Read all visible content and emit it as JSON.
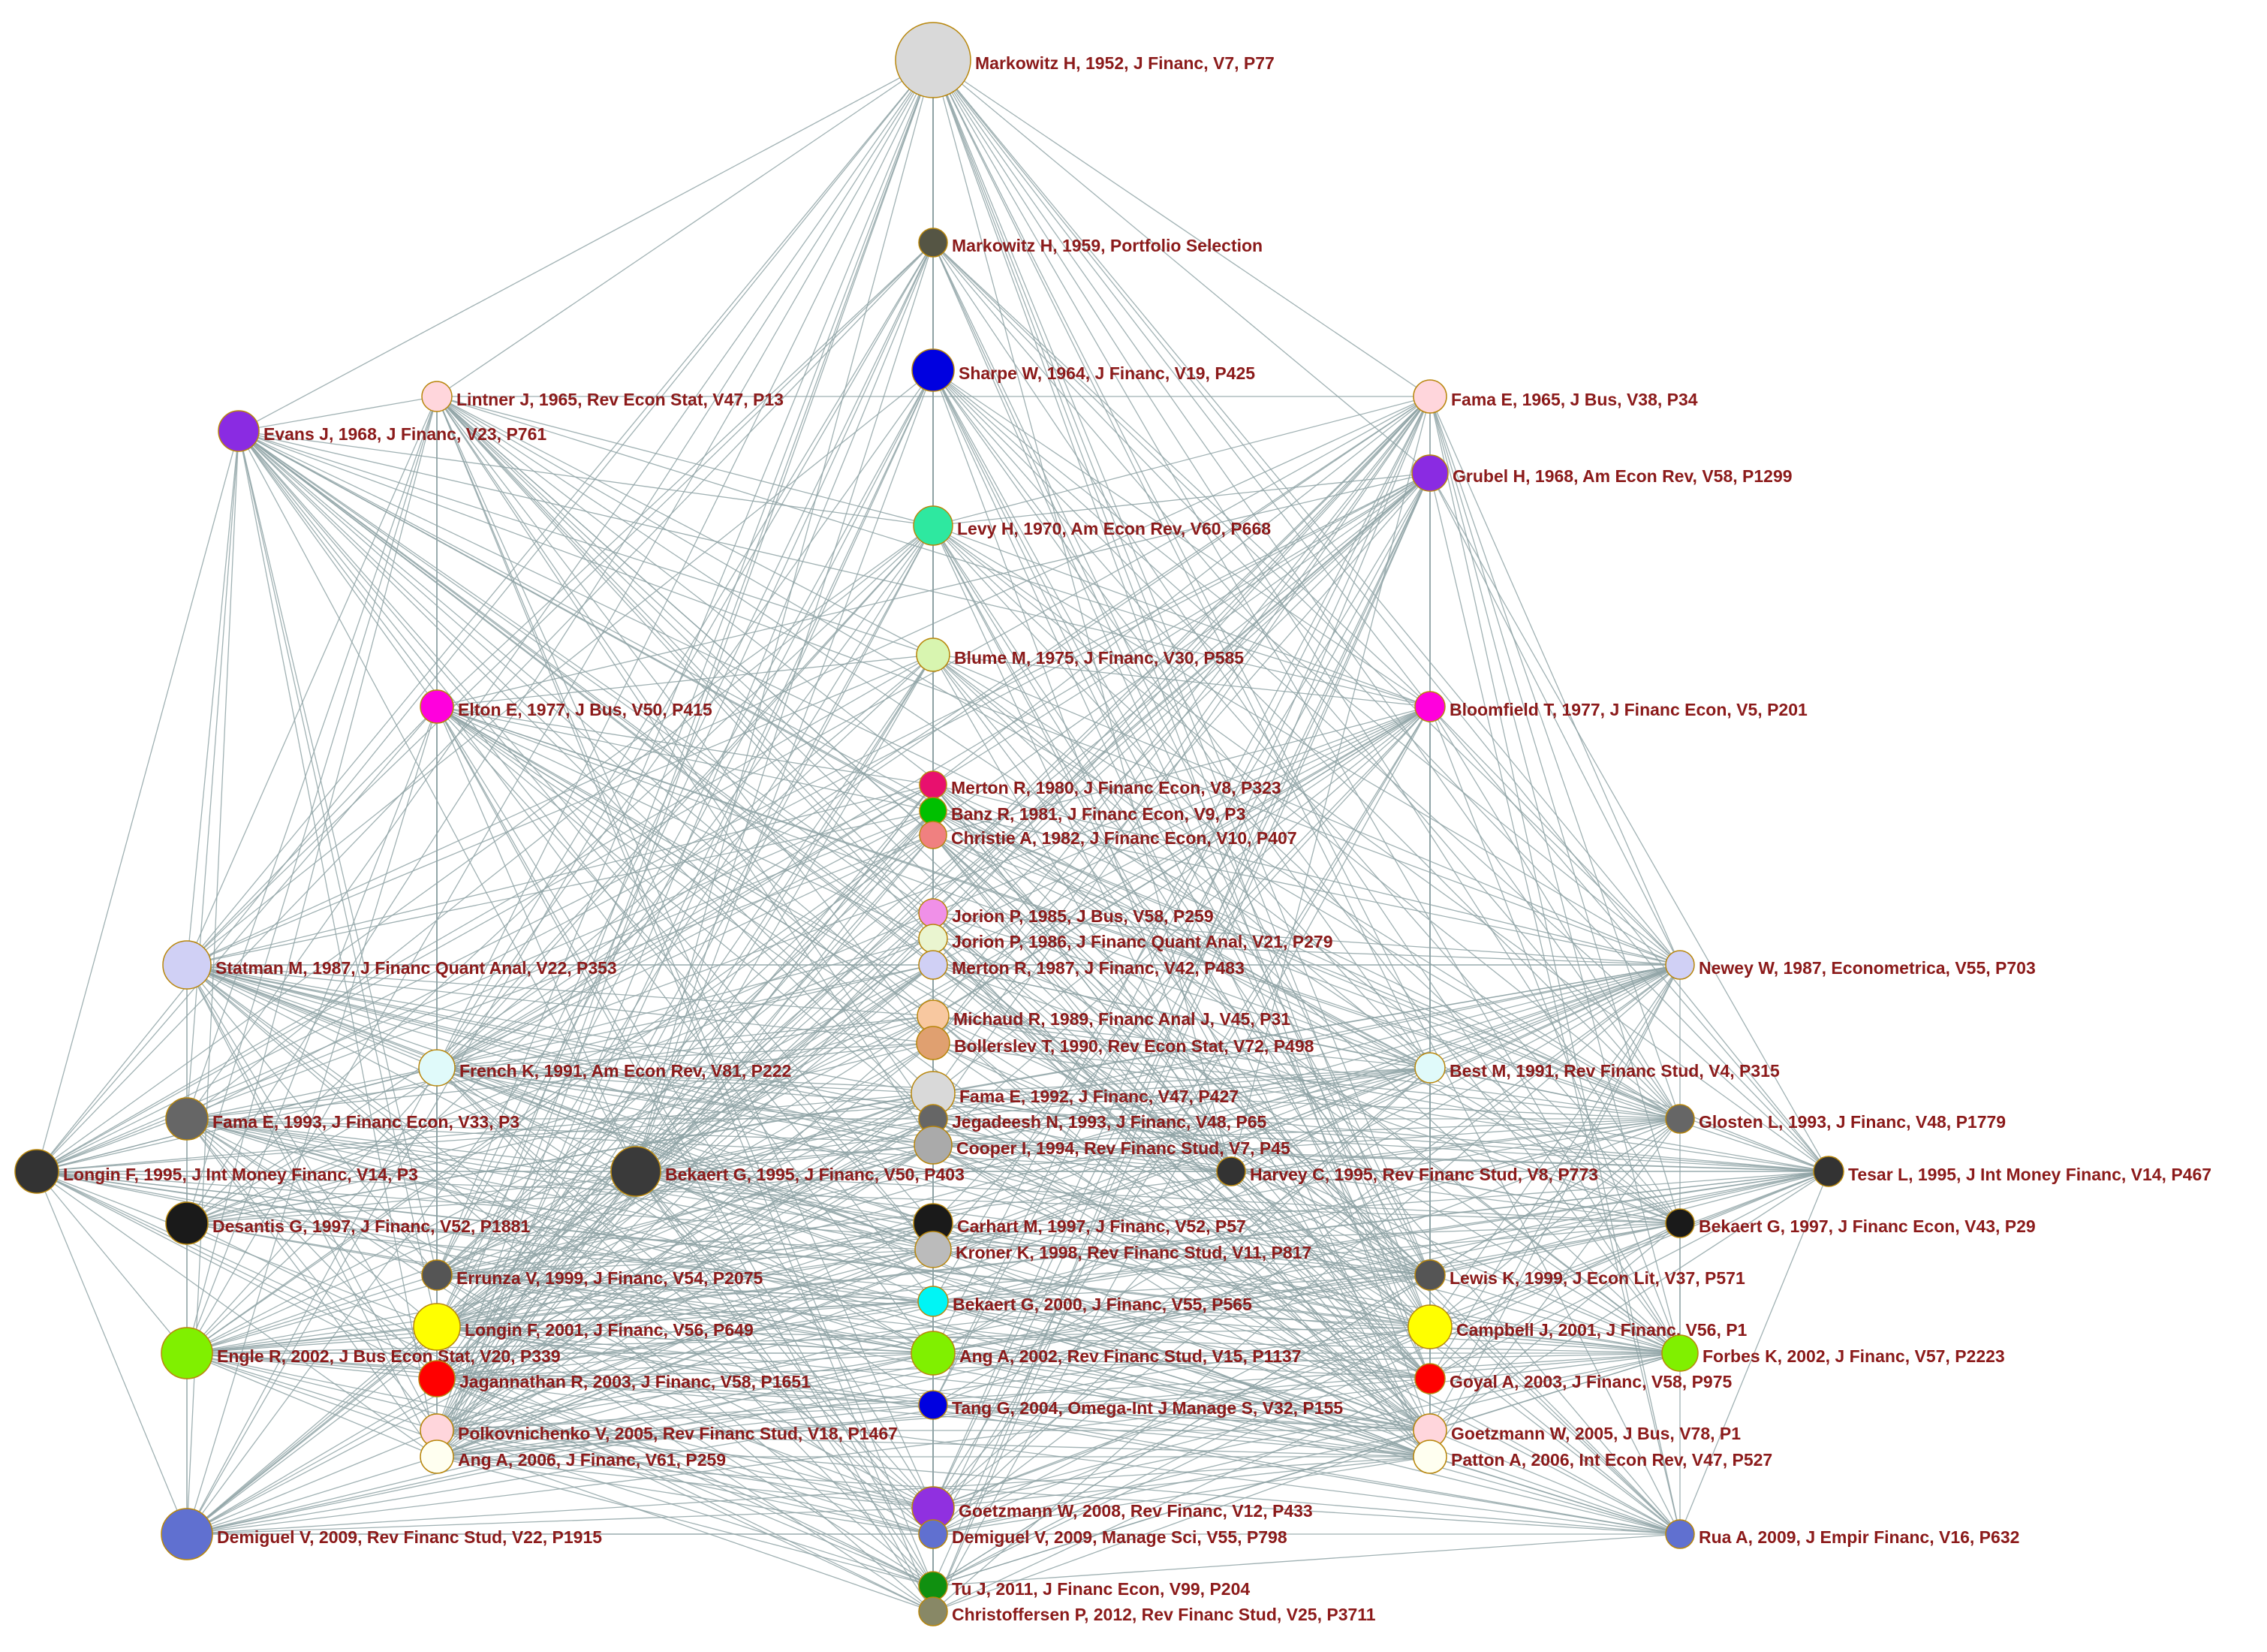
{
  "colors": {
    "edge": "#8fa3a6",
    "label": "#8b1a1a",
    "node_stroke": "#b8860b"
  },
  "nodes": [
    {
      "id": "markowitz1952",
      "label": "Markowitz H, 1952, J Financ, V7, P77",
      "color": "#d9d9d9"
    },
    {
      "id": "markowitz1959",
      "label": "Markowitz H, 1959, Portfolio Selection",
      "color": "#555544"
    },
    {
      "id": "sharpe1964",
      "label": "Sharpe W, 1964, J Financ, V19, P425",
      "color": "#0000e0"
    },
    {
      "id": "lintner1965",
      "label": "Lintner J, 1965, Rev Econ Stat, V47, P13",
      "color": "#ffd6dc"
    },
    {
      "id": "fama1965",
      "label": "Fama E, 1965, J Bus, V38, P34",
      "color": "#ffd6dc"
    },
    {
      "id": "evans1968",
      "label": "Evans J, 1968, J Financ, V23, P761",
      "color": "#8a2be2"
    },
    {
      "id": "grubel1968",
      "label": "Grubel H, 1968, Am Econ Rev, V58, P1299",
      "color": "#8a2be2"
    },
    {
      "id": "levy1970",
      "label": "Levy H, 1970, Am Econ Rev, V60, P668",
      "color": "#2ee8a0"
    },
    {
      "id": "blume1975",
      "label": "Blume M, 1975, J Financ, V30, P585",
      "color": "#d8f5b0"
    },
    {
      "id": "elton1977",
      "label": "Elton E, 1977, J Bus, V50, P415",
      "color": "#ff00dd"
    },
    {
      "id": "bloomfield1977",
      "label": "Bloomfield T, 1977, J Financ Econ, V5, P201",
      "color": "#ff00dd"
    },
    {
      "id": "merton1980",
      "label": "Merton R, 1980, J Financ Econ, V8, P323",
      "color": "#e8106e"
    },
    {
      "id": "banz1981",
      "label": "Banz R, 1981, J Financ Econ, V9, P3",
      "color": "#00c000"
    },
    {
      "id": "christie1982",
      "label": "Christie A, 1982, J Financ Econ, V10, P407",
      "color": "#f08080"
    },
    {
      "id": "jorion1985",
      "label": "Jorion P, 1985, J Bus, V58, P259",
      "color": "#f090e8"
    },
    {
      "id": "jorion1986",
      "label": "Jorion P, 1986, J Financ Quant Anal, V21, P279",
      "color": "#eaf5d0"
    },
    {
      "id": "statman1987",
      "label": "Statman M, 1987, J Financ Quant Anal, V22, P353",
      "color": "#d0d0f5"
    },
    {
      "id": "merton1987",
      "label": "Merton R, 1987, J Financ, V42, P483",
      "color": "#d0d0f5"
    },
    {
      "id": "newey1987",
      "label": "Newey W, 1987, Econometrica, V55, P703",
      "color": "#d0d0f5"
    },
    {
      "id": "michaud1989",
      "label": "Michaud R, 1989, Financ Anal J, V45, P31",
      "color": "#f8c8a0"
    },
    {
      "id": "bollerslev1990",
      "label": "Bollerslev T, 1990, Rev Econ Stat, V72, P498",
      "color": "#e0a070"
    },
    {
      "id": "french1991",
      "label": "French K, 1991, Am Econ Rev, V81, P222",
      "color": "#e0fafa"
    },
    {
      "id": "best1991",
      "label": "Best M, 1991, Rev Financ Stud, V4, P315",
      "color": "#e0fafa"
    },
    {
      "id": "fama1992",
      "label": "Fama E, 1992, J Financ, V47, P427",
      "color": "#d9d9d9"
    },
    {
      "id": "fama1993",
      "label": "Fama E, 1993, J Financ Econ, V33, P3",
      "color": "#666666"
    },
    {
      "id": "jegadeesh1993",
      "label": "Jegadeesh N, 1993, J Financ, V48, P65",
      "color": "#666666"
    },
    {
      "id": "glosten1993",
      "label": "Glosten L, 1993, J Financ, V48, P1779",
      "color": "#666666"
    },
    {
      "id": "cooper1994",
      "label": "Cooper I, 1994, Rev Financ Stud, V7, P45",
      "color": "#aaaaaa"
    },
    {
      "id": "longin1995",
      "label": "Longin F, 1995, J Int Money Financ, V14, P3",
      "color": "#333333"
    },
    {
      "id": "bekaert1995",
      "label": "Bekaert G, 1995, J Financ, V50, P403",
      "color": "#3a3a3a"
    },
    {
      "id": "harvey1995",
      "label": "Harvey C, 1995, Rev Financ Stud, V8, P773",
      "color": "#333333"
    },
    {
      "id": "tesar1995",
      "label": "Tesar L, 1995, J Int Money Financ, V14, P467",
      "color": "#333333"
    },
    {
      "id": "desantis1997",
      "label": "Desantis G, 1997, J Financ, V52, P1881",
      "color": "#1a1a1a"
    },
    {
      "id": "carhart1997",
      "label": "Carhart M, 1997, J Financ, V52, P57",
      "color": "#1a1a1a"
    },
    {
      "id": "bekaert1997",
      "label": "Bekaert G, 1997, J Financ Econ, V43, P29",
      "color": "#1a1a1a"
    },
    {
      "id": "kroner1998",
      "label": "Kroner K, 1998, Rev Financ Stud, V11, P817",
      "color": "#bbbbbb"
    },
    {
      "id": "errunza1999",
      "label": "Errunza V, 1999, J Financ, V54, P2075",
      "color": "#555555"
    },
    {
      "id": "lewis1999",
      "label": "Lewis K, 1999, J Econ Lit, V37, P571",
      "color": "#555555"
    },
    {
      "id": "bekaert2000",
      "label": "Bekaert G, 2000, J Financ, V55, P565",
      "color": "#00f5f5"
    },
    {
      "id": "longin2001",
      "label": "Longin F, 2001, J Financ, V56, P649",
      "color": "#ffff00"
    },
    {
      "id": "campbell2001",
      "label": "Campbell J, 2001, J Financ, V56, P1",
      "color": "#ffff00"
    },
    {
      "id": "engle2002",
      "label": "Engle R, 2002, J Bus Econ Stat, V20, P339",
      "color": "#80f000"
    },
    {
      "id": "ang2002",
      "label": "Ang A, 2002, Rev Financ Stud, V15, P1137",
      "color": "#80f000"
    },
    {
      "id": "forbes2002",
      "label": "Forbes K, 2002, J Financ, V57, P2223",
      "color": "#80f000"
    },
    {
      "id": "jagannathan2003",
      "label": "Jagannathan R, 2003, J Financ, V58, P1651",
      "color": "#ff0000"
    },
    {
      "id": "goyal2003",
      "label": "Goyal A, 2003, J Financ, V58, P975",
      "color": "#ff0000"
    },
    {
      "id": "tang2004",
      "label": "Tang G, 2004, Omega-Int J Manage S, V32, P155",
      "color": "#0000e0"
    },
    {
      "id": "polkovnichenko2005",
      "label": "Polkovnichenko V, 2005, Rev Financ Stud, V18, P1467",
      "color": "#ffd6dc"
    },
    {
      "id": "goetzmann2005",
      "label": "Goetzmann W, 2005, J Bus, V78, P1",
      "color": "#ffd6dc"
    },
    {
      "id": "ang2006",
      "label": "Ang A, 2006, J Financ, V61, P259",
      "color": "#fffff0"
    },
    {
      "id": "patton2006",
      "label": "Patton A, 2006, Int Econ Rev, V47, P527",
      "color": "#fffff0"
    },
    {
      "id": "goetzmann2008",
      "label": "Goetzmann W, 2008, Rev Financ, V12, P433",
      "color": "#9030e0"
    },
    {
      "id": "demiguel2009a",
      "label": "Demiguel V, 2009, Rev Financ Stud, V22, P1915",
      "color": "#6070d0"
    },
    {
      "id": "demiguel2009b",
      "label": "Demiguel V, 2009, Manage Sci, V55, P798",
      "color": "#6070d0"
    },
    {
      "id": "rua2009",
      "label": "Rua A, 2009, J Empir Financ, V16, P632",
      "color": "#6070d0"
    },
    {
      "id": "tu2011",
      "label": "Tu J, 2011, J Financ Econ, V99, P204",
      "color": "#109010"
    },
    {
      "id": "christoffersen2012",
      "label": "Christoffersen P, 2012, Rev Financ Stud, V25, P3711",
      "color": "#888866"
    }
  ]
}
